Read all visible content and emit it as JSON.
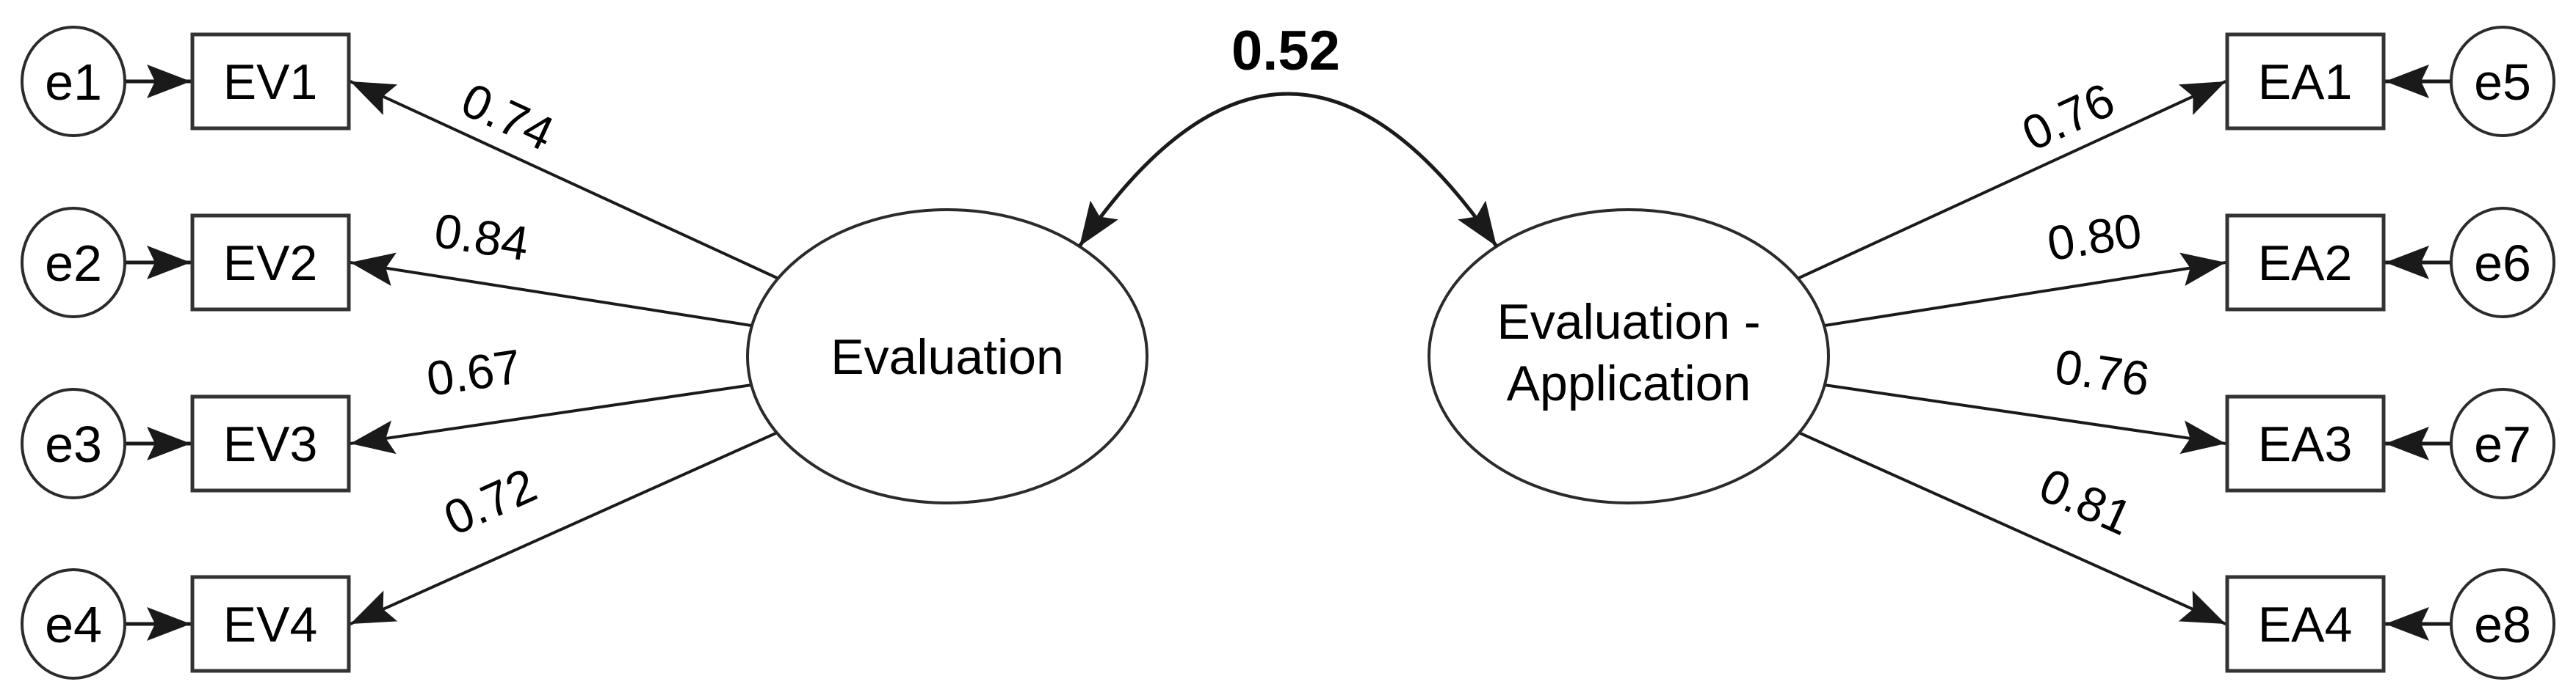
{
  "diagram": {
    "correlation": "0.52",
    "left_factor": {
      "label": "Evaluation",
      "indicators": [
        {
          "name": "EV1",
          "loading": "0.74",
          "error": "e1"
        },
        {
          "name": "EV2",
          "loading": "0.84",
          "error": "e2"
        },
        {
          "name": "EV3",
          "loading": "0.67",
          "error": "e3"
        },
        {
          "name": "EV4",
          "loading": "0.72",
          "error": "e4"
        }
      ]
    },
    "right_factor": {
      "label_line1": "Evaluation -",
      "label_line2": "Application",
      "indicators": [
        {
          "name": "EA1",
          "loading": "0.76",
          "error": "e5"
        },
        {
          "name": "EA2",
          "loading": "0.80",
          "error": "e6"
        },
        {
          "name": "EA3",
          "loading": "0.76",
          "error": "e7"
        },
        {
          "name": "EA4",
          "loading": "0.81",
          "error": "e8"
        }
      ]
    }
  }
}
